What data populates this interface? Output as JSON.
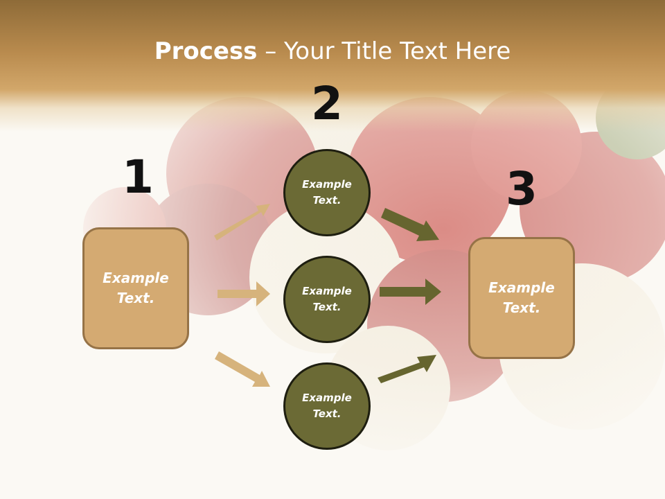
{
  "title": {
    "bold": "Process",
    "rest": " – Your Title Text Here"
  },
  "numbers": [
    "1",
    "2",
    "3"
  ],
  "left_box": {
    "line1": "Example",
    "line2": "Text."
  },
  "right_box": {
    "line1": "Example",
    "line2": "Text."
  },
  "circles": [
    {
      "line1": "Example",
      "line2": "Text."
    },
    {
      "line1": "Example",
      "line2": "Text."
    },
    {
      "line1": "Example",
      "line2": "Text."
    }
  ],
  "colors": {
    "header": "#b98b4e",
    "box_fill": "#d4aa72",
    "circle_fill": "#6b6a35",
    "arrow_light": "#d6b37c",
    "arrow_dark": "#66652f"
  }
}
